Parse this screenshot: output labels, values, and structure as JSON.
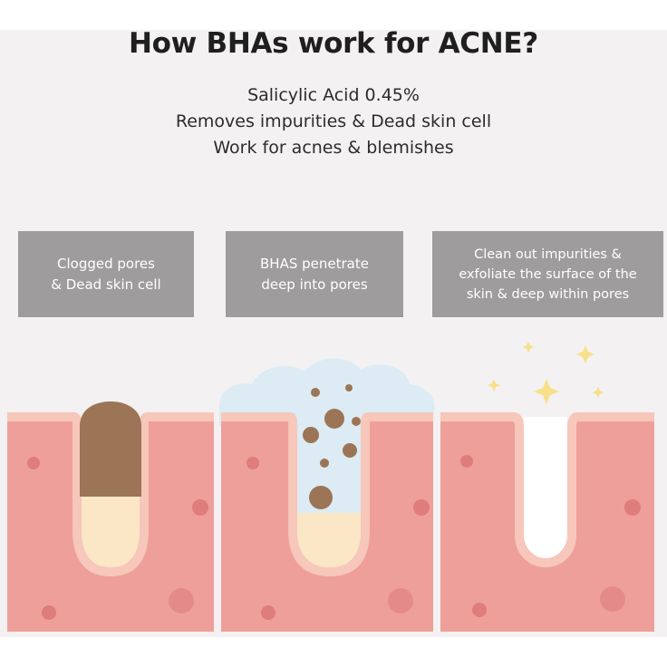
{
  "title": "How BHAs work for ACNE?",
  "subtitle_lines": [
    "Salicylic Acid 0.45%",
    "Removes impurities & Dead skin cell",
    "Work for acnes & blemishes"
  ],
  "steps": [
    {
      "lines": [
        "Clogged pores",
        "& Dead skin cell"
      ]
    },
    {
      "lines": [
        "BHAS penetrate",
        "deep into pores"
      ]
    },
    {
      "lines": [
        "Clean out impurities &",
        "exfoliate the surface of the",
        "skin & deep within pores"
      ]
    }
  ],
  "colors": {
    "background": "#f3f1f1",
    "label_box": "#9e9c9c",
    "skin": "#ee9f9a",
    "skin_surface": "#f6c7ba",
    "skin_dot": "#de7d7c",
    "pore_fill": "#fbe6c6",
    "impurity": "#9b7556",
    "bha_cloud": "#dcebf4",
    "sparkle": "#f8e08a"
  }
}
